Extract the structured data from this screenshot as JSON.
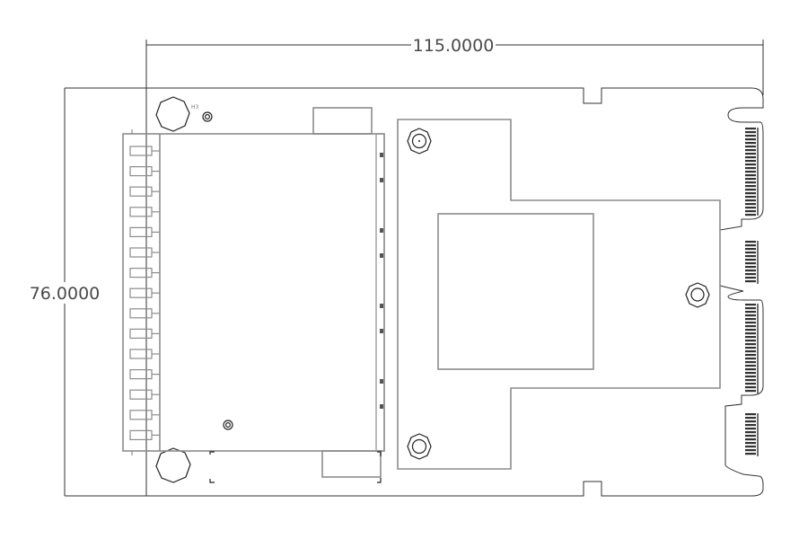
{
  "dimensions": {
    "width_label": "115.0000",
    "height_label": "76.0000"
  },
  "board": {
    "hole_ref_label": "H3",
    "connector_pins": 15,
    "edge_finger_groups": 4
  },
  "colors": {
    "outline": "#303030",
    "component": "#8c8c8c",
    "background": "#ffffff"
  }
}
